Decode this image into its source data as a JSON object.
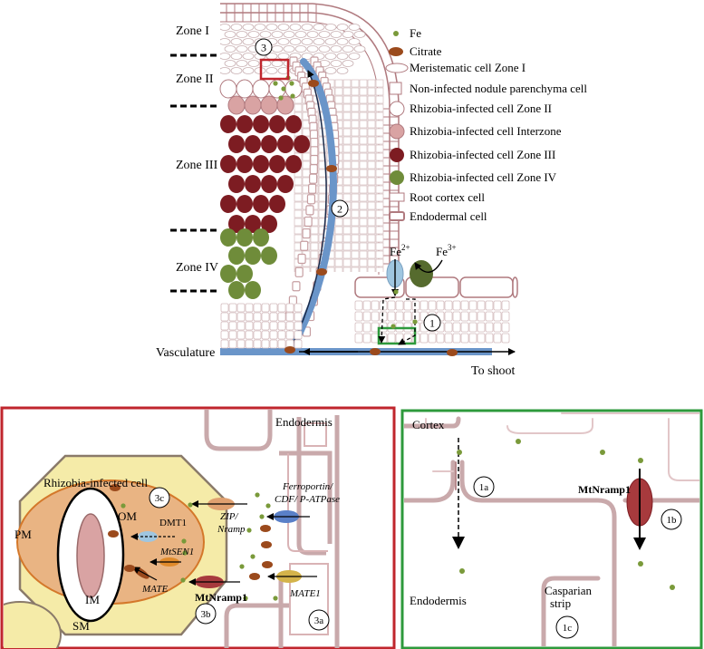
{
  "zones": {
    "zone_1": "Zone I",
    "zone_2": "Zone II",
    "zone_3": "Zone III",
    "zone_4": "Zone IV",
    "vasculature": "Vasculature",
    "to_shoot": "To shoot"
  },
  "ions": {
    "fe2_base": "Fe",
    "fe2_sup": "2+",
    "fe3_base": "Fe",
    "fe3_sup": "3+"
  },
  "markers": {
    "m1": "1",
    "m2": "2",
    "m3": "3",
    "m1a": "1a",
    "m1b": "1b",
    "m1c": "1c",
    "m3a": "3a",
    "m3b": "3b",
    "m3c": "3c"
  },
  "legend": {
    "fe": "Fe",
    "citrate": "Citrate",
    "meristematic": "Meristematic cell Zone I",
    "non_infected": "Non-infected nodule parenchyma cell",
    "infected_zone2": "Rhizobia-infected cell Zone II",
    "infected_interzone": "Rhizobia-infected cell Interzone",
    "infected_zone3": "Rhizobia-infected cell Zone III",
    "infected_zone4": "Rhizobia-infected cell Zone IV",
    "root_cortex": "Root cortex cell",
    "endodermal": "Endodermal cell"
  },
  "panel3": {
    "endodermis": "Endodermis",
    "infected_cell": "Rhizobia-infected cell",
    "pm": "PM",
    "om": "OM",
    "im": "IM",
    "sm": "SM",
    "dmt1": "DMT1",
    "mtsen1": "MtSEN1",
    "mate": "MATE",
    "mtnramp1": "MtNramp1",
    "zip_line1": "ZIP/",
    "zip_line2": "Nramp",
    "ferroportin_line1": "Ferroportin/",
    "ferroportin_line2": "CDF/ P-ATPase",
    "mate1": "MATE1"
  },
  "panel1": {
    "cortex": "Cortex",
    "endodermis": "Endodermis",
    "mtnramp1": "MtNramp1",
    "casparian_line1": "Casparian",
    "casparian_line2": "strip"
  },
  "colors": {
    "fe_dot": "#7a9a3a",
    "citrate": "#9b4a1c",
    "vascular": "#6a95c9",
    "zone2_cell": "#ffffff",
    "interzone_cell": "#d9a3a3",
    "zone3_cell": "#7d1c22",
    "zone4_cell": "#6f8c3a",
    "cell_outline": "#b07a7f",
    "red_box": "#c0262d",
    "green_box": "#2e9a3c",
    "infected_fill": "#f5eba8",
    "symbiosome": "#e9b483",
    "bacteroid": "#d9a3a3",
    "dmt1": "#9fc6e0",
    "mtsen1": "#e08a2a",
    "nramp": "#a73a3d",
    "zip": "#e0a070",
    "ferroportin": "#5a80c8",
    "mate1": "#d4b34a"
  }
}
